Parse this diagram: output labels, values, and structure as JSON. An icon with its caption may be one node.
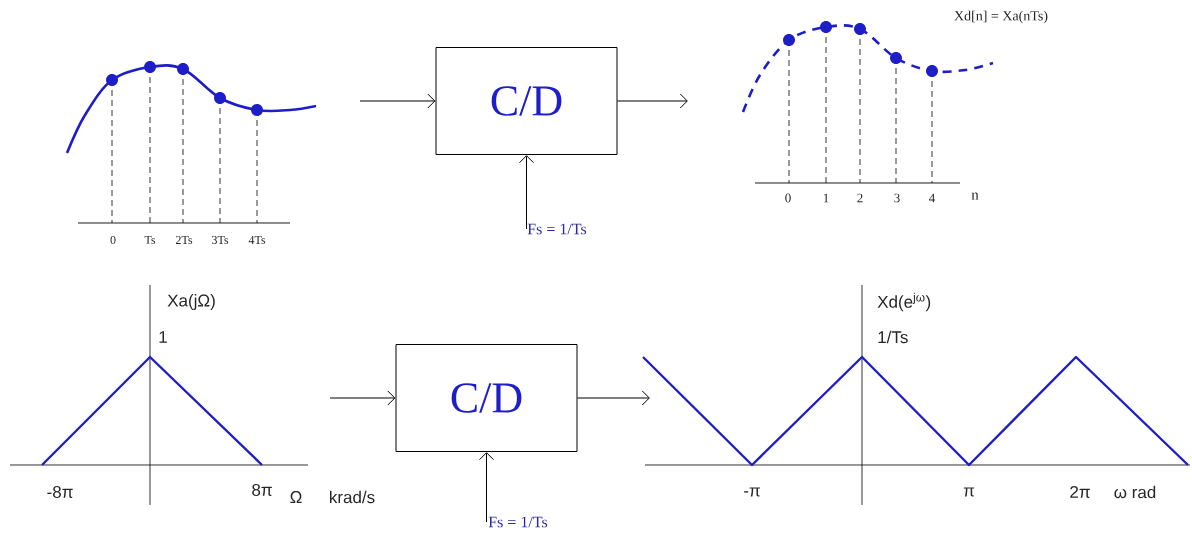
{
  "diagram": {
    "nodes": [
      {
        "text": [
          "C/D"
        ]
      },
      {
        "text": [
          "Fs = 1/Ts"
        ]
      },
      {
        "text": [
          "C/D"
        ]
      },
      {
        "text": [
          "Fs = 1/Ts"
        ]
      }
    ],
    "edges": [
      {
        "from": null,
        "to": 0,
        "arrow": "to"
      },
      {
        "from": 0,
        "to": null,
        "arrow": "to"
      },
      {
        "from": 1,
        "to": 0,
        "arrow": "to"
      },
      {
        "from": null,
        "to": 2,
        "arrow": "to"
      },
      {
        "from": 2,
        "to": null,
        "arrow": "to"
      },
      {
        "from": 3,
        "to": 2,
        "arrow": "to"
      }
    ],
    "labels": [
      "0",
      "Ts",
      "2Ts",
      "3Ts",
      "4Ts",
      "Xd[n] = Xa(nTs)",
      "0",
      "1",
      "2",
      "3",
      "4",
      "n",
      "Xa(jΩ)",
      "1",
      "-8π",
      "8π",
      "Ω",
      "krad/s",
      "Xd(e$^{jω}$)",
      "1/Ts",
      "-π",
      "π",
      "2π",
      "ω rad"
    ]
  }
}
